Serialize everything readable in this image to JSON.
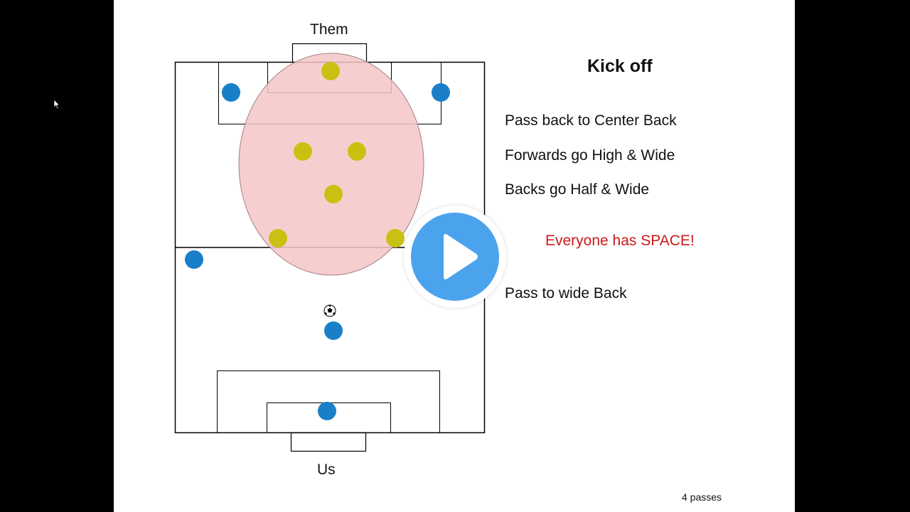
{
  "slide": {
    "title": "Kick off",
    "top_label": "Them",
    "bottom_label": "Us",
    "steps": [
      "Pass back to Center Back",
      "Forwards go High & Wide",
      "Backs go Half & Wide"
    ],
    "highlight": "Everyone has SPACE!",
    "final_step": "Pass to wide Back",
    "footer_note": "4 passes"
  },
  "colors": {
    "background": "#000000",
    "slide": "#ffffff",
    "us_player": "#1a7fc9",
    "them_player": "#c9c112",
    "space_zone": "#f6c6c8",
    "highlight_text": "#cc1a1a",
    "play_button": "#4aa3ec"
  },
  "icons": {
    "play": "play-icon",
    "ball": "soccer-ball-icon",
    "cursor": "mouse-pointer-icon"
  }
}
